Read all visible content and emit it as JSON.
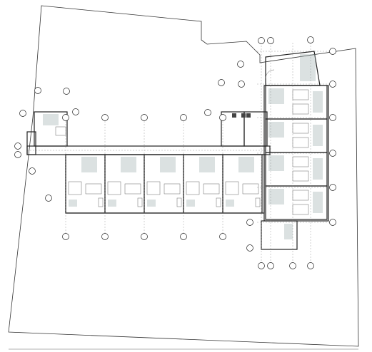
{
  "drawing": {
    "type": "architectural floor plan",
    "colors": {
      "line": "#222222",
      "background": "#ffffff",
      "fixture": "#9aaaaa"
    }
  },
  "grid_bubbles": {
    "top_row": [
      "",
      "",
      "",
      "",
      ""
    ],
    "bottom_row": [
      "",
      "",
      "",
      "",
      ""
    ],
    "right_column": [
      "",
      "",
      "",
      "",
      "",
      ""
    ],
    "wing_bottom": [
      "",
      "",
      "",
      "",
      ""
    ]
  },
  "modules": {
    "bottom_rooms": 5,
    "right_rooms": 4
  }
}
